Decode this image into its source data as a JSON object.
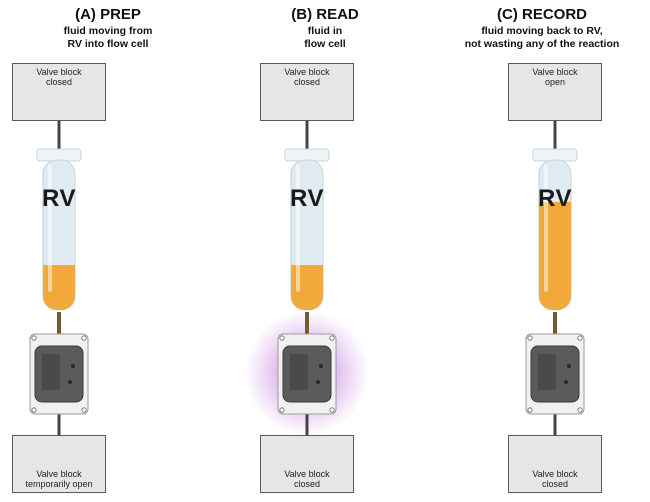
{
  "panels": [
    {
      "title": "(A) PREP",
      "subtitle": [
        "fluid moving from",
        "RV into flow cell"
      ],
      "rv_label": "RV",
      "top_valve": [
        "Valve block",
        "closed"
      ],
      "bottom_valve": [
        "Valve block",
        "temporarily open"
      ],
      "fill_fraction": 0.3,
      "glow": false
    },
    {
      "title": "(B) READ",
      "subtitle": [
        "fluid in",
        "flow cell"
      ],
      "rv_label": "RV",
      "top_valve": [
        "Valve block",
        "closed"
      ],
      "bottom_valve": [
        "Valve block",
        "closed"
      ],
      "fill_fraction": 0.3,
      "glow": true
    },
    {
      "title": "(C) RECORD",
      "subtitle": [
        "fluid moving back to RV,",
        "not wasting any of the reaction"
      ],
      "rv_label": "RV",
      "top_valve": [
        "Valve block",
        "open"
      ],
      "bottom_valve": [
        "Valve block",
        "closed"
      ],
      "fill_fraction": 0.72,
      "glow": false
    }
  ],
  "colors": {
    "fluid": "#f2a93b",
    "tube": "#dfeaf1",
    "cap": "#eef4f8",
    "valve_bg": "#e6e6e6",
    "device": "#5b5b5b",
    "glow": "#b45bd6"
  }
}
